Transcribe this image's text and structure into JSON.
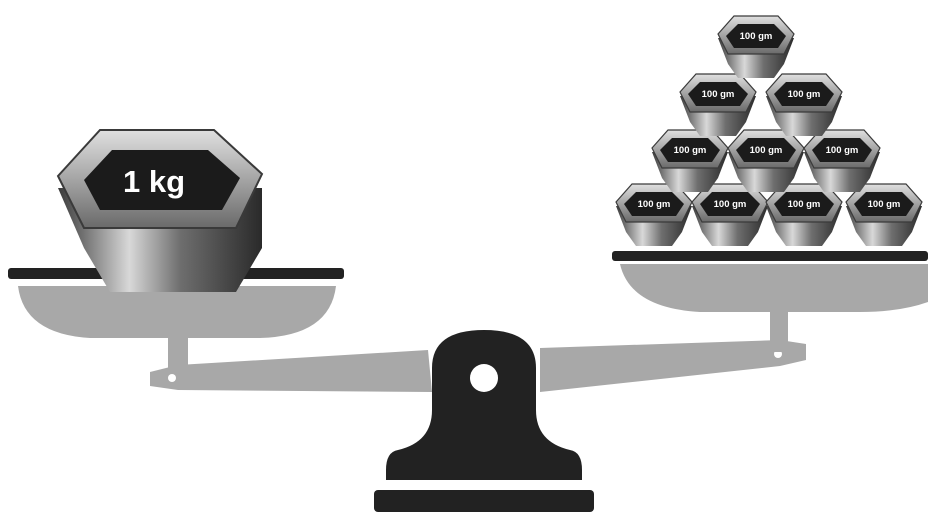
{
  "left_pan": {
    "weight_label": "1 kg"
  },
  "right_pan": {
    "weight_label": "100 gm",
    "weight_count": 10
  },
  "colors": {
    "balance_dark": "#222222",
    "balance_grey": "#a9a9a9",
    "weight_metal": "#7a7a7a",
    "weight_face": "#1b1b1b"
  }
}
